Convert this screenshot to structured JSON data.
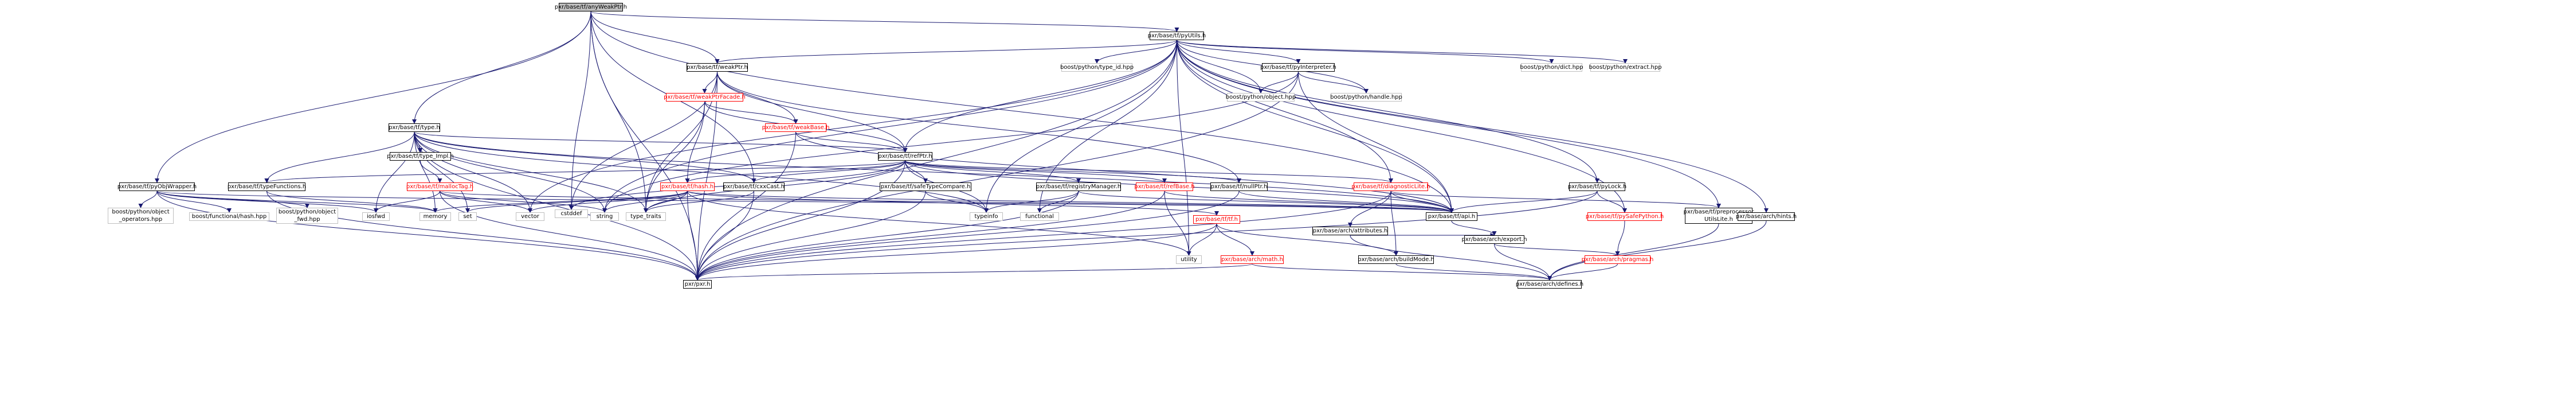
{
  "diagram": {
    "nodes": {
      "anyweakptr": "pxr/base/tf/anyWeakPtr.h",
      "pyutils": "pxr/base/tf/pyUtils.h",
      "weakptr": "pxr/base/tf/weakPtr.h",
      "pyinterpreter": "pxr/base/tf/pyInterpreter.h",
      "weakptrfacade": "pxr/base/tf/weakPtrFacade.h",
      "weakbase": "pxr/base/tf/weakBase.h",
      "type": "pxr/base/tf/type.h",
      "refptr": "pxr/base/tf/refPtr.h",
      "pyobjwrapper": "pxr/base/tf/pyObjWrapper.h",
      "typefunctions": "pxr/base/tf/typeFunctions.h",
      "type_impl": "pxr/base/tf/type_Impl.h",
      "malloctag": "pxr/base/tf/mallocTag.h",
      "hash": "pxr/base/tf/hash.h",
      "cxxcast": "pxr/base/tf/cxxCast.h",
      "safetypecompare": "pxr/base/tf/safeTypeCompare.h",
      "registrymanager": "pxr/base/tf/registryManager.h",
      "refbase": "pxr/base/tf/refBase.h",
      "nullptr": "pxr/base/tf/nullPtr.h",
      "diagnosticlite": "pxr/base/tf/diagnosticLite.h",
      "pylock": "pxr/base/tf/pyLock.h",
      "preprocessorutilslite": "pxr/base/tf/preprocessor\nUtilsLite.h",
      "tf": "pxr/base/tf/tf.h",
      "api": "pxr/base/tf/api.h",
      "pysafepython": "pxr/base/tf/pySafePython.h",
      "hints": "pxr/base/arch/hints.h",
      "attributes": "pxr/base/arch/attributes.h",
      "export": "pxr/base/arch/export.h",
      "pragmas": "pxr/base/arch/pragmas.h",
      "buildmode": "pxr/base/arch/buildMode.h",
      "math": "pxr/base/arch/math.h",
      "defines": "pxr/base/arch/defines.h",
      "pxr": "pxr/pxr.h",
      "typeinfo_py": "boost/python/type_id.hpp",
      "py_object": "boost/python/object.hpp",
      "py_handle": "boost/python/handle.hpp",
      "py_dict": "boost/python/dict.hpp",
      "py_extract": "boost/python/extract.hpp",
      "py_object_operators": "boost/python/object\n_operators.hpp",
      "functional_hash": "boost/functional/hash.hpp",
      "py_object_fwd": "boost/python/object\n_fwd.hpp",
      "iosfwd": "iosfwd",
      "memory": "memory",
      "set": "set",
      "vector": "vector",
      "string": "string",
      "type_traits": "type_traits",
      "typeinfo": "typeinfo",
      "functional": "functional",
      "utility": "utility",
      "cstddef": "cstddef"
    }
  }
}
